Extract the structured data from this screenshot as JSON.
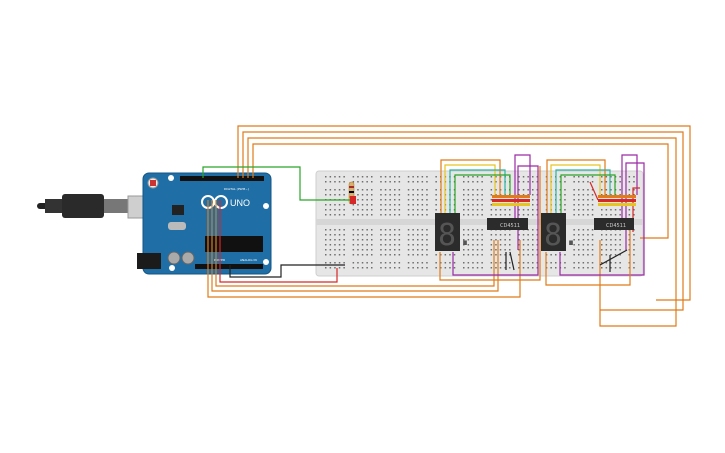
{
  "arduino": {
    "label_uno": "UNO",
    "label_digital": "DIGITAL (PWM~)",
    "label_power": "POWER",
    "label_analog": "ANALOG IN"
  },
  "display_left": {
    "digit": "8."
  },
  "display_right": {
    "digit": "8."
  },
  "ic_left": {
    "label": "CD4511"
  },
  "ic_right": {
    "label": "CD4511"
  },
  "colors": {
    "orange": "#e07b1a",
    "green": "#2aa52a",
    "black": "#222222",
    "red": "#d62828",
    "purple": "#9b2aa5",
    "teal": "#28b3a0",
    "yellow": "#e8c420",
    "arduino_blue": "#1f6fa6",
    "breadboard": "#e6e6e6"
  }
}
